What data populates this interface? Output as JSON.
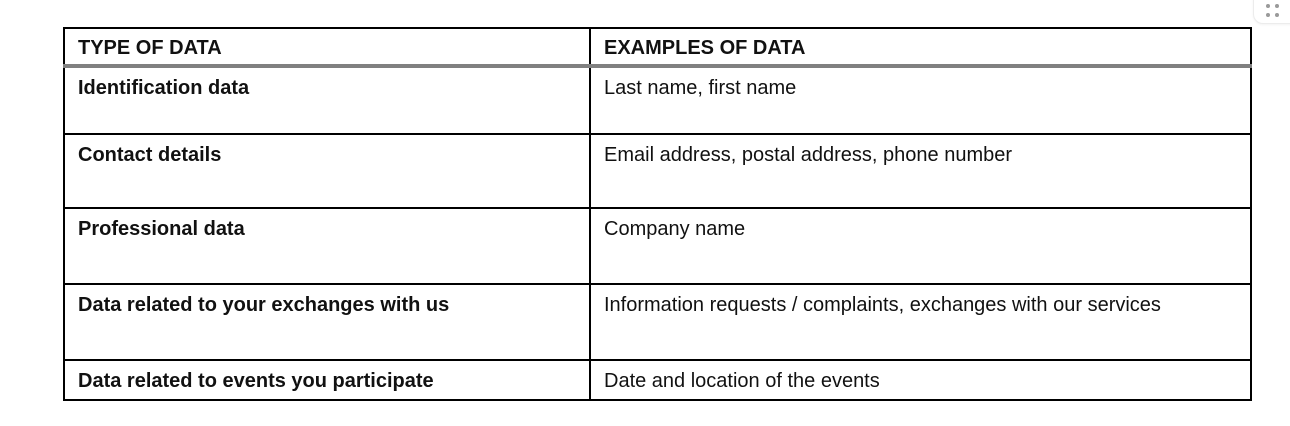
{
  "table": {
    "headers": [
      "TYPE OF DATA",
      "EXAMPLES OF DATA"
    ],
    "rows": [
      {
        "type": "Identification data",
        "examples": "Last name, first name"
      },
      {
        "type": "Contact details",
        "examples": "Email address, postal address, phone number"
      },
      {
        "type": "Professional data",
        "examples": "Company name"
      },
      {
        "type": "Data related to your exchanges with us",
        "examples": "Information requests / complaints, exchanges with our services"
      },
      {
        "type": "Data related to events you participate",
        "examples": "Date and location of the events"
      }
    ]
  },
  "icons": {
    "corner_button": "grid-dots-drag-handle"
  },
  "colors": {
    "table_border": "#000000",
    "header_divider": "#808080",
    "dot_gray": "#9a9a9a",
    "button_border": "#ececec",
    "background": "#ffffff",
    "text": "#111111"
  }
}
